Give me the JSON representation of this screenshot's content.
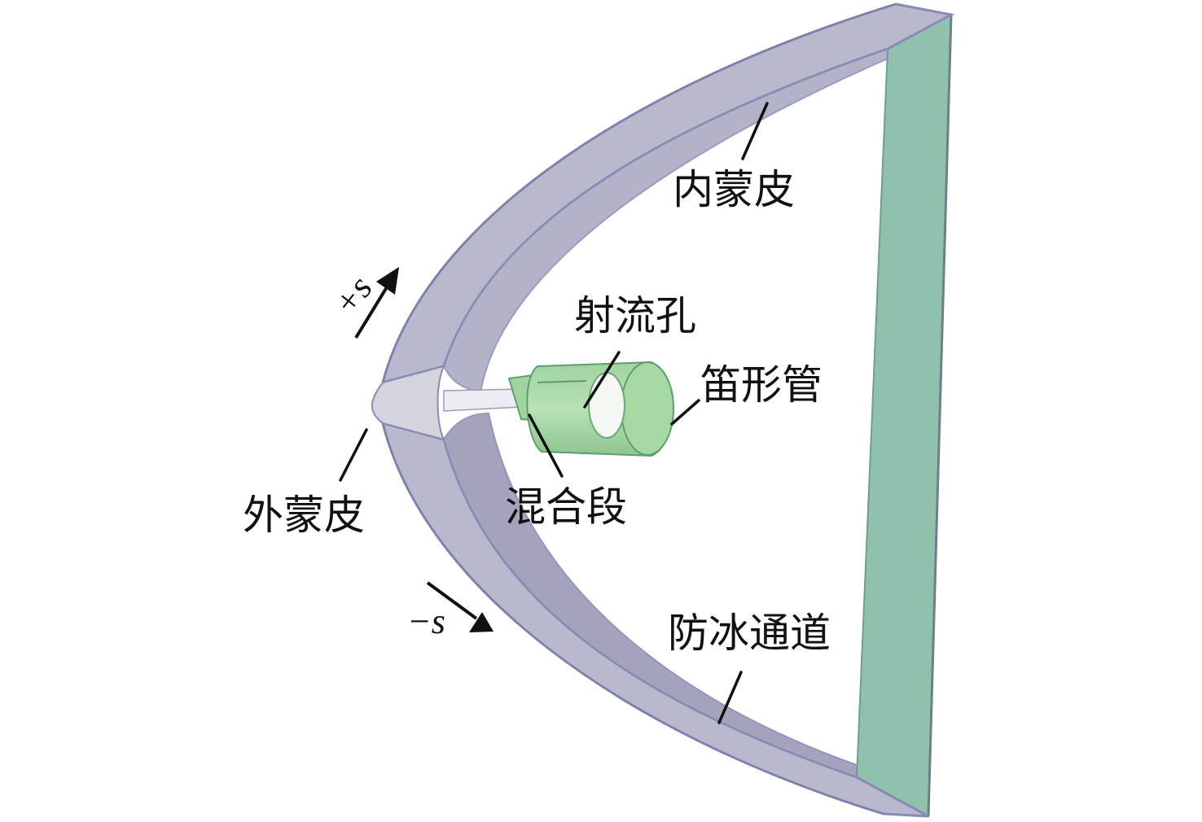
{
  "labels": {
    "inner_skin": "内蒙皮",
    "jet_hole": "射流孔",
    "piccolo_tube": "笛形管",
    "outer_skin": "外蒙皮",
    "mixing_section": "混合段",
    "anti_icing_channel": "防冰通道"
  },
  "direction": {
    "positive": "+s",
    "negative": "−s"
  },
  "colors": {
    "skin_fill": "#b9b9ce",
    "skin_edge": "#8a8ab5",
    "inner_face": "#a5a5c0",
    "nose_face": "#d4d4df",
    "tube_fill": "#a8d8a8",
    "tube_edge": "#5e9e6e",
    "back_wall": "#8fc1ad",
    "ink": "#111111"
  }
}
